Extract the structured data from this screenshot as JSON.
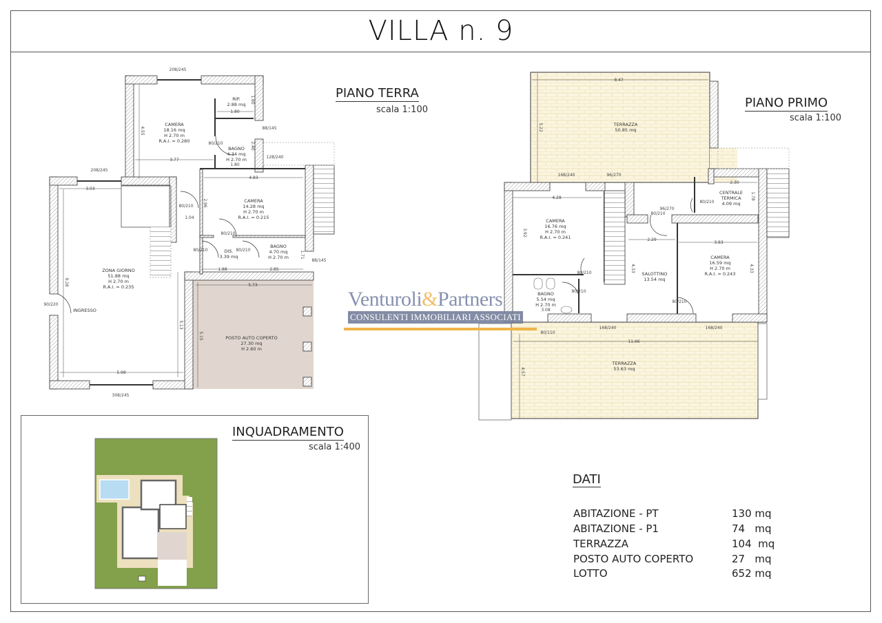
{
  "title": "VILLA n. 9",
  "piano_terra": {
    "label": "PIANO TERRA",
    "scale": "scala 1:100",
    "rooms": [
      {
        "name": "CAMERA",
        "area": "18.16 mq",
        "height": "H 2.70 m",
        "rai": "R.A.I. = 0.280"
      },
      {
        "name": "RIP.",
        "area": "2.88 mq"
      },
      {
        "name": "BAGNO",
        "area": "4.34 mq",
        "height": "H 2.70 m"
      },
      {
        "name": "CAMERA",
        "area": "14.28 mq",
        "height": "H 2.70 m",
        "rai": "R.A.I. = 0.215"
      },
      {
        "name": "DIS.",
        "area": "3.39 mq"
      },
      {
        "name": "BAGNO",
        "area": "4.70 mq",
        "height": "H 2.70 m"
      },
      {
        "name": "ZONA GIORNO",
        "area": "51.88 mq",
        "height": "H 2.70 m",
        "rai": "R.A.I. = 0.235"
      },
      {
        "name": "POSTO AUTO COPERTO",
        "area": "27.30 mq",
        "height": "H 2.60 m"
      }
    ],
    "entrance": "INGRESSO",
    "dimensions": [
      "3.77",
      "4.55",
      "1.80",
      "1.60",
      "1.80",
      "2.40",
      "4.83",
      "2.96",
      "1.04",
      "3.03",
      "9.28",
      "1.88",
      "2.85",
      "5.73",
      "5.13",
      "5.15",
      "5.98",
      "1.71"
    ],
    "openings": [
      "80/210",
      "80/210",
      "80/210",
      "80/210",
      "80/210",
      "90/220",
      "88/145",
      "88/145",
      "208/245",
      "208/245",
      "308/245",
      "128/240"
    ]
  },
  "piano_primo": {
    "label": "PIANO PRIMO",
    "scale": "scala 1:100",
    "rooms": [
      {
        "name": "TERRAZZA",
        "area": "50.85 mq"
      },
      {
        "name": "CAMERA",
        "area": "16.76 mq",
        "height": "H 2.70 m",
        "rai": "R.A.I. = 0.241"
      },
      {
        "name": "CENTRALE",
        "name2": "TERMICA",
        "area": "4.09 mq"
      },
      {
        "name": "SALOTTINO",
        "area": "13.54 mq"
      },
      {
        "name": "CAMERA",
        "area": "16.59 mq",
        "height": "H 2.70 m",
        "rai": "R.A.I. = 0.243"
      },
      {
        "name": "BAGNO",
        "area": "5.54 mq",
        "height": "H 2.70 m"
      },
      {
        "name": "TERRAZZA",
        "area": "53.63 mq"
      }
    ],
    "dimensions": [
      "8.47",
      "5.22",
      "4.28",
      "3.92",
      "2.30",
      "1.78",
      "2.29",
      "3.83",
      "4.33",
      "4.33",
      "3.08",
      "11.66",
      "4.57"
    ],
    "openings": [
      "80/210",
      "80/210",
      "80/210",
      "80/210",
      "80/210",
      "168/240",
      "96/270",
      "96/270",
      "168/240",
      "168/240",
      "80/110"
    ]
  },
  "inquadramento": {
    "label": "INQUADRAMENTO",
    "scale": "scala 1:400"
  },
  "dati": {
    "title": "DATI",
    "rows": [
      {
        "label": "ABITAZIONE - PT",
        "value": "130 mq"
      },
      {
        "label": "ABITAZIONE - P1",
        "value": "74   mq"
      },
      {
        "label": "TERRAZZA",
        "value": "104  mq"
      },
      {
        "label": "POSTO AUTO COPERTO",
        "value": "27   mq"
      },
      {
        "label": "LOTTO",
        "value": "652 mq"
      }
    ]
  },
  "watermark": {
    "name_a": "Venturoli",
    "amp": "&",
    "name_b": "Partners",
    "subtitle": "CONSULENTI IMMOBILIARI ASSOCIATI"
  },
  "colors": {
    "garage": "#e0d6cf",
    "terrace": "#fbf5e0",
    "garden": "#83a04a",
    "pool": "#b8dcf2",
    "paving": "#ede0be",
    "accent": "#f0b44a"
  }
}
